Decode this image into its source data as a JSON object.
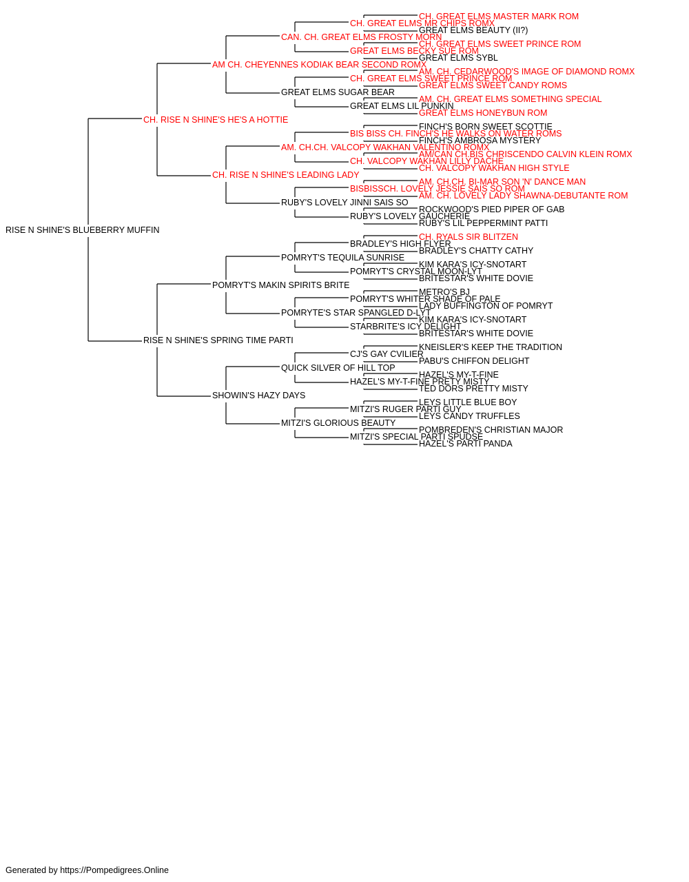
{
  "colors": {
    "champion": "#ff0000",
    "normal": "#000000",
    "line": "#000000"
  },
  "footer": "Generated by https://Pompedigrees.Online",
  "pedigree": {
    "name": "RISE N SHINE'S BLUEBERRY MUFFIN",
    "champion": false,
    "sire": {
      "name": "CH. RISE N SHINE'S HE'S A HOTTIE",
      "champion": true,
      "sire": {
        "name": "AM CH. CHEYENNES KODIAK BEAR SECOND ROMX",
        "champion": true,
        "sire": {
          "name": "CAN. CH. GREAT ELMS FROSTY MORN",
          "champion": true,
          "sire": {
            "name": "CH. GREAT ELMS MR CHIPS ROMX",
            "champion": true,
            "sire": {
              "name": "CH. GREAT ELMS MASTER MARK ROM",
              "champion": true
            },
            "dam": {
              "name": "GREAT ELMS BEAUTY (II?)",
              "champion": false
            }
          },
          "dam": {
            "name": "GREAT ELMS BECKY SUE ROM",
            "champion": true,
            "sire": {
              "name": "CH. GREAT ELMS SWEET PRINCE ROM",
              "champion": true
            },
            "dam": {
              "name": "GREAT ELMS SYBL",
              "champion": false
            }
          }
        },
        "dam": {
          "name": "GREAT ELMS SUGAR BEAR",
          "champion": false,
          "sire": {
            "name": "CH. GREAT ELMS SWEET PRINCE ROM",
            "champion": true,
            "sire": {
              "name": "AM. CH. CEDARWOOD'S IMAGE OF DIAMOND ROMX",
              "champion": true
            },
            "dam": {
              "name": "GREAT ELMS SWEET CANDY ROMS",
              "champion": true
            }
          },
          "dam": {
            "name": "GREAT ELMS LIL PUNKIN",
            "champion": false,
            "sire": {
              "name": "AM. CH. GREAT ELMS SOMETHING SPECIAL",
              "champion": true
            },
            "dam": {
              "name": "GREAT ELMS HONEYBUN ROM",
              "champion": true
            }
          }
        }
      },
      "dam": {
        "name": "CH. RISE N SHINE'S LEADING LADY",
        "champion": true,
        "sire": {
          "name": "AM. CH.CH. VALCOPY WAKHAN VALENTINO ROMX",
          "champion": true,
          "sire": {
            "name": "BIS BISS CH. FINCH'S HE WALKS ON WATER ROMS",
            "champion": true,
            "sire": {
              "name": "FINCH'S BORN SWEET SCOTTIE",
              "champion": false
            },
            "dam": {
              "name": "FINCH'S AMBROSA MYSTERY",
              "champion": false
            }
          },
          "dam": {
            "name": "CH. VALCOPY WAKHAN LILLY DACHE",
            "champion": true,
            "sire": {
              "name": "AM/CAN CH.BIS CHRISCENDO CALVIN KLEIN ROMX",
              "champion": true
            },
            "dam": {
              "name": "CH. VALCOPY WAKHAN HIGH STYLE",
              "champion": true
            }
          }
        },
        "dam": {
          "name": "RUBY'S LOVELY JINNI SAIS SO",
          "champion": false,
          "sire": {
            "name": "BISBISSCH. LOVELY JESSIE SAIS SO ROM",
            "champion": true,
            "sire": {
              "name": "AM. CH.CH. BI-MAR SON 'N' DANCE MAN",
              "champion": true
            },
            "dam": {
              "name": "AM. CH. LOVELY LADY SHAWNA-DEBUTANTE ROM",
              "champion": true
            }
          },
          "dam": {
            "name": "RUBY'S LOVELY GAUCHERIE",
            "champion": false,
            "sire": {
              "name": "ROCKWOOD'S PIED PIPER OF GAB",
              "champion": false
            },
            "dam": {
              "name": "RUBY'S LIL PEPPERMINT PATTI",
              "champion": false
            }
          }
        }
      }
    },
    "dam": {
      "name": "RISE N SHINE'S SPRING TIME PARTI",
      "champion": false,
      "sire": {
        "name": "POMRYT'S MAKIN SPIRITS BRITE",
        "champion": false,
        "sire": {
          "name": "POMRYT'S TEQUILA SUNRISE",
          "champion": false,
          "sire": {
            "name": "BRADLEY'S HIGH FLYER",
            "champion": false,
            "sire": {
              "name": "CH. RYALS SIR BLITZEN",
              "champion": true
            },
            "dam": {
              "name": "BRADLEY'S CHATTY CATHY",
              "champion": false
            }
          },
          "dam": {
            "name": "POMRYT'S CRYSTAL MOON-LYT",
            "champion": false,
            "sire": {
              "name": "KIM KARA'S ICY-SNOTART",
              "champion": false
            },
            "dam": {
              "name": "BRITESTAR'S WHITE DOVIE",
              "champion": false
            }
          }
        },
        "dam": {
          "name": "POMRYTE'S STAR SPANGLED D-LYT",
          "champion": false,
          "sire": {
            "name": "POMRYT'S WHITER SHADE OF PALE",
            "champion": false,
            "sire": {
              "name": "METRO'S BJ",
              "champion": false
            },
            "dam": {
              "name": "LADY BUFFINGTON OF POMRYT",
              "champion": false
            }
          },
          "dam": {
            "name": "STARBRITE'S ICY DELIGHT",
            "champion": false,
            "sire": {
              "name": "KIM KARA'S ICY-SNOTART",
              "champion": false
            },
            "dam": {
              "name": "BRITESTAR'S WHITE DOVIE",
              "champion": false
            }
          }
        }
      },
      "dam": {
        "name": "SHOWIN'S HAZY DAYS",
        "champion": false,
        "sire": {
          "name": "QUICK SILVER OF HILL TOP",
          "champion": false,
          "sire": {
            "name": "CJ'S GAY CVILIER",
            "champion": false,
            "sire": {
              "name": "KNEISLER'S KEEP THE TRADITION",
              "champion": false
            },
            "dam": {
              "name": "PABU'S CHIFFON DELIGHT",
              "champion": false
            }
          },
          "dam": {
            "name": "HAZEL'S MY-T-FINE PRETY MISTY",
            "champion": false,
            "sire": {
              "name": "HAZEL'S MY-T-FINE",
              "champion": false
            },
            "dam": {
              "name": "TED DORS PRETTY MISTY",
              "champion": false
            }
          }
        },
        "dam": {
          "name": "MITZI'S GLORIOUS BEAUTY",
          "champion": false,
          "sire": {
            "name": "MITZI'S RUGER PARTI GUY",
            "champion": false,
            "sire": {
              "name": "LEYS LITTLE BLUE BOY",
              "champion": false
            },
            "dam": {
              "name": "LEYS CANDY TRUFFLES",
              "champion": false
            }
          },
          "dam": {
            "name": "MITZI'S SPECIAL PARTI SPUDSE",
            "champion": false,
            "sire": {
              "name": "POMBREDEN'S CHRISTIAN MAJOR",
              "champion": false
            },
            "dam": {
              "name": "HAZEL'S PARTI PANDA",
              "champion": false
            }
          }
        }
      }
    }
  }
}
